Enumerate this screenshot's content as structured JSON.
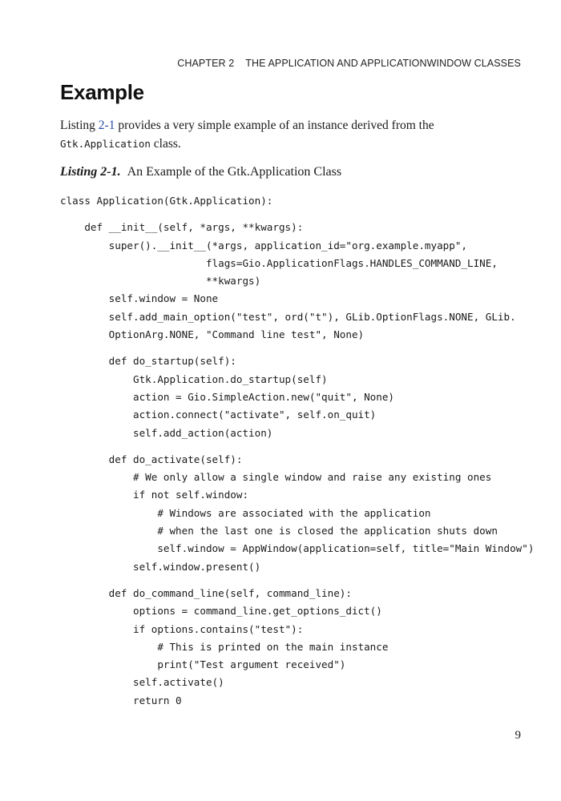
{
  "header": {
    "chapter": "CHAPTER 2",
    "chapter_title": "THE APPLICATION AND APPLICATIONWINDOW CLASSES"
  },
  "section": {
    "title": "Example"
  },
  "intro": {
    "before_ref": "Listing ",
    "ref": "2-1",
    "after_ref": " provides a very simple example of an instance derived from the ",
    "code": "Gtk.Application",
    "tail": " class."
  },
  "listing": {
    "label": "Listing 2-1.",
    "title": "An Example of the Gtk.Application Class",
    "blocks": [
      [
        "class Application(Gtk.Application):"
      ],
      [
        "    def __init__(self, *args, **kwargs):",
        "        super().__init__(*args, application_id=\"org.example.myapp\",",
        "                        flags=Gio.ApplicationFlags.HANDLES_COMMAND_LINE,",
        "                        **kwargs)",
        "        self.window = None",
        "        self.add_main_option(\"test\", ord(\"t\"), GLib.OptionFlags.NONE, GLib.",
        "        OptionArg.NONE, \"Command line test\", None)"
      ],
      [
        "        def do_startup(self):",
        "            Gtk.Application.do_startup(self)",
        "            action = Gio.SimpleAction.new(\"quit\", None)",
        "            action.connect(\"activate\", self.on_quit)",
        "            self.add_action(action)"
      ],
      [
        "        def do_activate(self):",
        "            # We only allow a single window and raise any existing ones",
        "            if not self.window:",
        "                # Windows are associated with the application",
        "                # when the last one is closed the application shuts down",
        "                self.window = AppWindow(application=self, title=\"Main Window\")",
        "            self.window.present()"
      ],
      [
        "        def do_command_line(self, command_line):",
        "            options = command_line.get_options_dict()",
        "            if options.contains(\"test\"):",
        "                # This is printed on the main instance",
        "                print(\"Test argument received\")",
        "            self.activate()",
        "            return 0"
      ]
    ]
  },
  "page": {
    "number": "9"
  }
}
